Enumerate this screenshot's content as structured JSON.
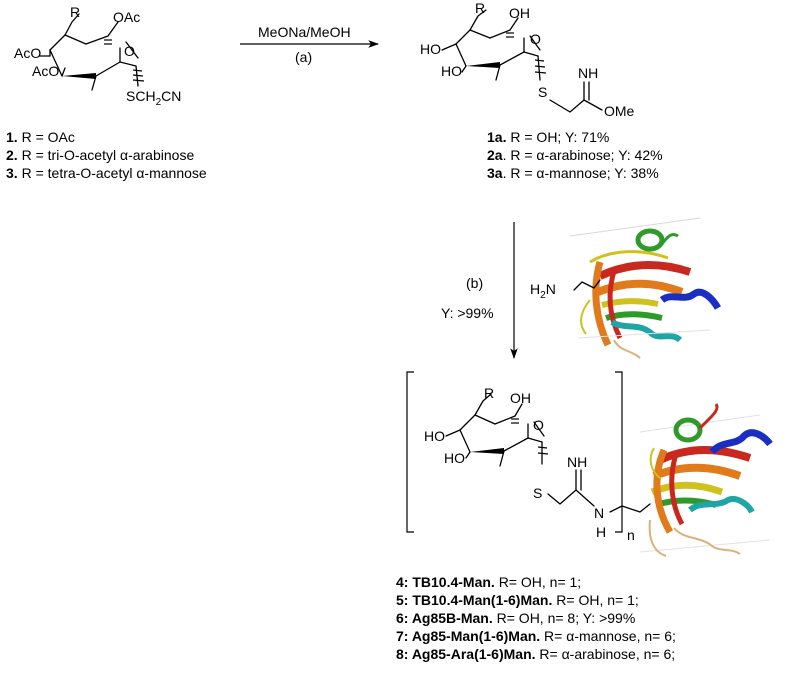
{
  "reaction": {
    "reagent_a": "MeONa/MeOH",
    "step_a": "(a)",
    "step_b": "(b)",
    "yield_b": "Y: >99%"
  },
  "start": {
    "atoms": {
      "R": "R",
      "OAc_top": "OAc",
      "AcO_1": "AcO",
      "AcO_2": "AcO",
      "O_ring": "O",
      "SCH2CN": "SCH2CN"
    },
    "compounds": [
      {
        "num": "1.",
        "text": " R = OAc"
      },
      {
        "num": "2.",
        "text": " R = tri-O-acetyl α-arabinose"
      },
      {
        "num": "3.",
        "text": " R = tetra-O-acetyl α-mannose"
      }
    ]
  },
  "imidate": {
    "atoms": {
      "R": "R",
      "OH_top": "OH",
      "HO_1": "HO",
      "HO_2": "HO",
      "O_ring": "O",
      "S": "S",
      "NH": "NH",
      "OMe": "OMe"
    },
    "compounds": [
      {
        "num": "1a.",
        "text": " R = OH; Y: 71%"
      },
      {
        "num": "2a",
        "text": ". R = α-arabinose; Y: 42%"
      },
      {
        "num": "3a",
        "text": ". R = α-mannose;  Y: 38%"
      }
    ]
  },
  "protein": {
    "amine": "H2N"
  },
  "conjugate": {
    "atoms": {
      "R": "R",
      "OH_top": "OH",
      "HO_1": "HO",
      "HO_2": "HO",
      "O_ring": "O",
      "S": "S",
      "NH": "NH",
      "N": "N",
      "H": "H"
    },
    "subscript": "n",
    "compounds": [
      {
        "num": "4:",
        "name": " TB10.4-Man.",
        "text": " R= OH, n= 1;"
      },
      {
        "num": "5:",
        "name": " TB10.4-Man(1-6)Man.",
        "text": " R= OH, n= 1;"
      },
      {
        "num": "6:",
        "name": " Ag85B-Man.",
        "text": " R= OH, n= 8; Y: >99%"
      },
      {
        "num": "7:",
        "name": " Ag85-Man(1-6)Man.",
        "text": " R= α-mannose, n= 6;"
      },
      {
        "num": "8:",
        "name": " Ag85-Ara(1-6)Man.",
        "text": " R= α-arabinose, n= 6;"
      }
    ]
  },
  "colors": {
    "red": "#c8281e",
    "orange": "#e07a1a",
    "yellow": "#cfc21e",
    "green": "#2e9a2a",
    "cyan": "#1fa5a5",
    "blue": "#1a2fc2",
    "tan": "#d8b27a"
  }
}
